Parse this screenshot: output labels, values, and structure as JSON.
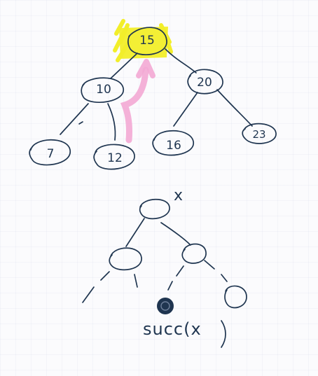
{
  "colors": {
    "ink": "#1f3550",
    "highlight": "#f2ee2a",
    "arrow": "#f3a8d4",
    "background": "#fbfbfd"
  },
  "tree": {
    "nodes": [
      {
        "id": "n15",
        "label": "15",
        "highlighted": true
      },
      {
        "id": "n10",
        "label": "10"
      },
      {
        "id": "n20",
        "label": "20"
      },
      {
        "id": "n7",
        "label": "7"
      },
      {
        "id": "n12",
        "label": "12"
      },
      {
        "id": "n16",
        "label": "16"
      },
      {
        "id": "n23",
        "label": "23"
      }
    ],
    "edges": [
      [
        "n15",
        "n10"
      ],
      [
        "n15",
        "n20"
      ],
      [
        "n10",
        "n7"
      ],
      [
        "n10",
        "n12"
      ],
      [
        "n20",
        "n16"
      ],
      [
        "n20",
        "n23"
      ]
    ],
    "successor_arrow": {
      "from": "n12",
      "to": "n15"
    }
  },
  "schematic": {
    "x_label": "x",
    "succ_label": "succ(x"
  }
}
